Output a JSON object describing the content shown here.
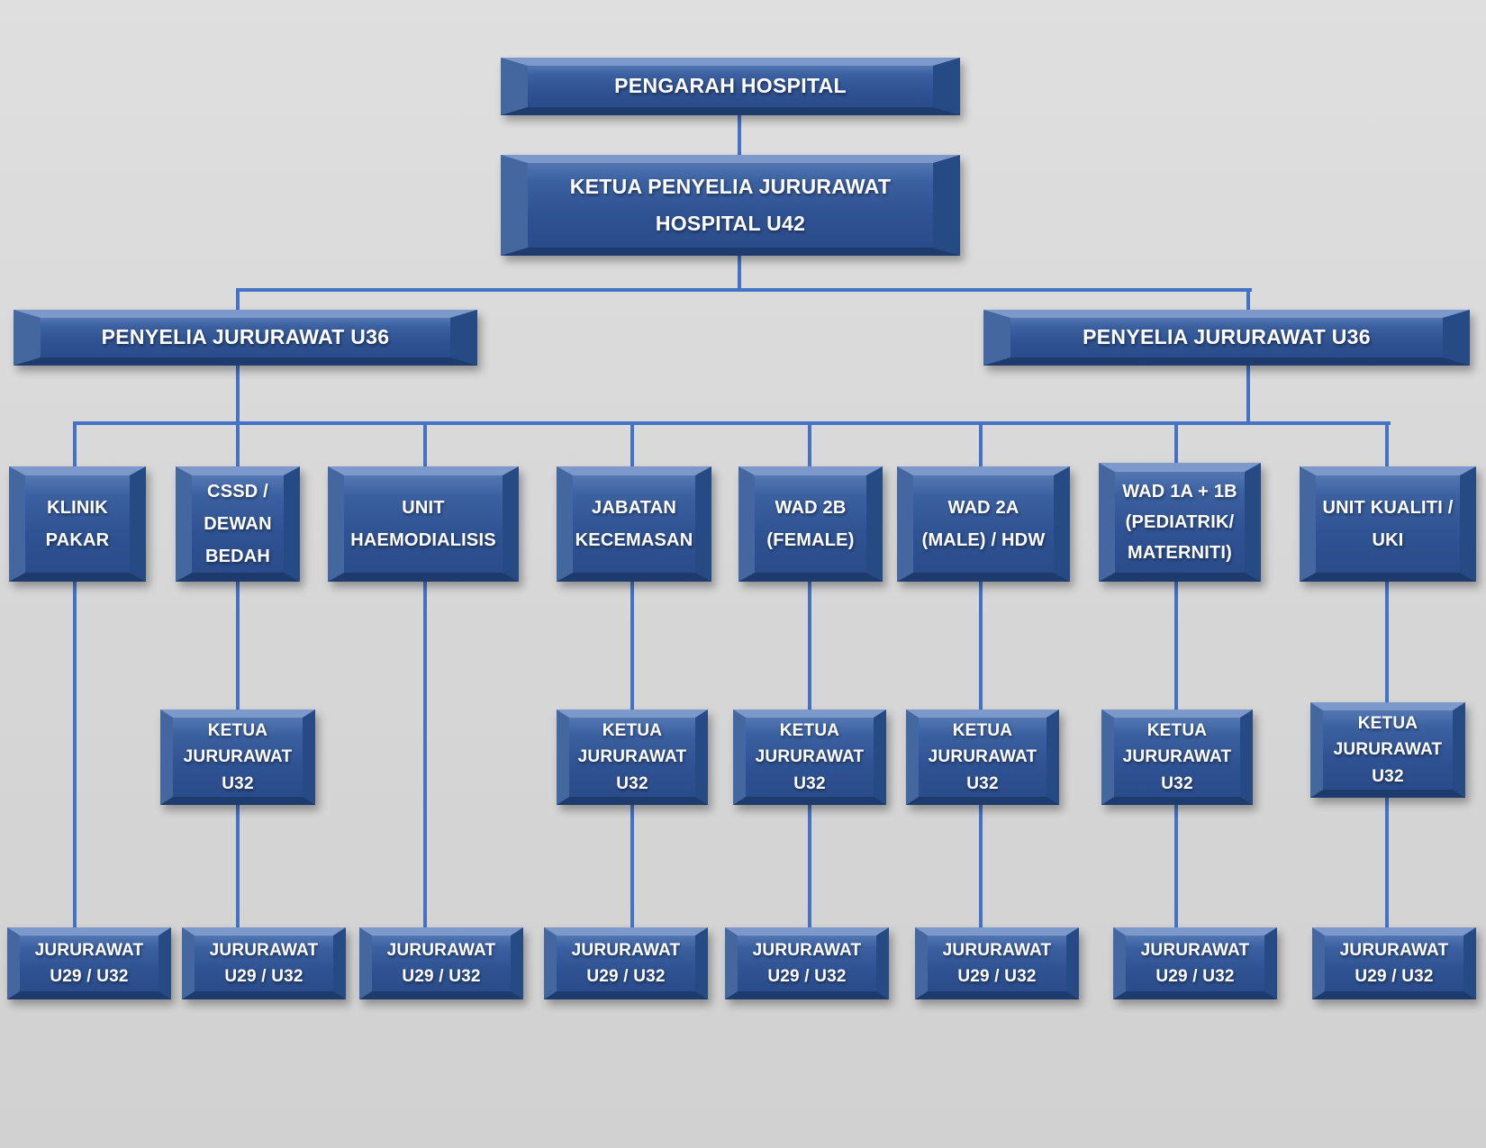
{
  "colors": {
    "background": "#d8d8d8",
    "box_face": "#2f5292",
    "box_bevel_light": "#7d98cb",
    "box_bevel_dark": "#1d3b6d",
    "connector": "#4472c4",
    "text": "#ffffff"
  },
  "nodes": {
    "pengarah": {
      "lines": [
        "PENGARAH HOSPITAL"
      ]
    },
    "ketua_penyelia": {
      "lines": [
        "KETUA PENYELIA JURURAWAT",
        "HOSPITAL U42"
      ]
    },
    "penyelia_left": {
      "lines": [
        "PENYELIA JURURAWAT U36"
      ]
    },
    "penyelia_right": {
      "lines": [
        "PENYELIA JURURAWAT U36"
      ]
    },
    "departments": [
      {
        "lines": [
          "KLINIK",
          "PAKAR"
        ]
      },
      {
        "lines": [
          "CSSD /",
          "DEWAN",
          "BEDAH"
        ]
      },
      {
        "lines": [
          "UNIT",
          "HAEMODIALISIS"
        ]
      },
      {
        "lines": [
          "JABATAN",
          "KECEMASAN"
        ]
      },
      {
        "lines": [
          "WAD 2B",
          "(FEMALE)"
        ]
      },
      {
        "lines": [
          "WAD 2A",
          "(MALE) / HDW"
        ]
      },
      {
        "lines": [
          "WAD 1A + 1B",
          "(PEDIATRIK/",
          "MATERNITI)"
        ]
      },
      {
        "lines": [
          "UNIT KUALITI /",
          "UKI"
        ]
      }
    ],
    "ketua_jururawat": [
      {
        "lines": [
          "KETUA",
          "JURURAWAT",
          "U32"
        ]
      },
      {
        "lines": [
          "KETUA",
          "JURURAWAT",
          "U32"
        ]
      },
      {
        "lines": [
          "KETUA",
          "JURURAWAT",
          "U32"
        ]
      },
      {
        "lines": [
          "KETUA",
          "JURURAWAT",
          "U32"
        ]
      },
      {
        "lines": [
          "KETUA",
          "JURURAWAT",
          "U32"
        ]
      },
      {
        "lines": [
          "KETUA",
          "JURURAWAT",
          "U32"
        ]
      }
    ],
    "jururawat": [
      {
        "lines": [
          "JURURAWAT",
          "U29 / U32"
        ]
      },
      {
        "lines": [
          "JURURAWAT",
          "U29 / U32"
        ]
      },
      {
        "lines": [
          "JURURAWAT",
          "U29 / U32"
        ]
      },
      {
        "lines": [
          "JURURAWAT",
          "U29 / U32"
        ]
      },
      {
        "lines": [
          "JURURAWAT",
          "U29 / U32"
        ]
      },
      {
        "lines": [
          "JURURAWAT",
          "U29 / U32"
        ]
      },
      {
        "lines": [
          "JURURAWAT",
          "U29 / U32"
        ]
      },
      {
        "lines": [
          "JURURAWAT",
          "U29 / U32"
        ]
      }
    ]
  }
}
